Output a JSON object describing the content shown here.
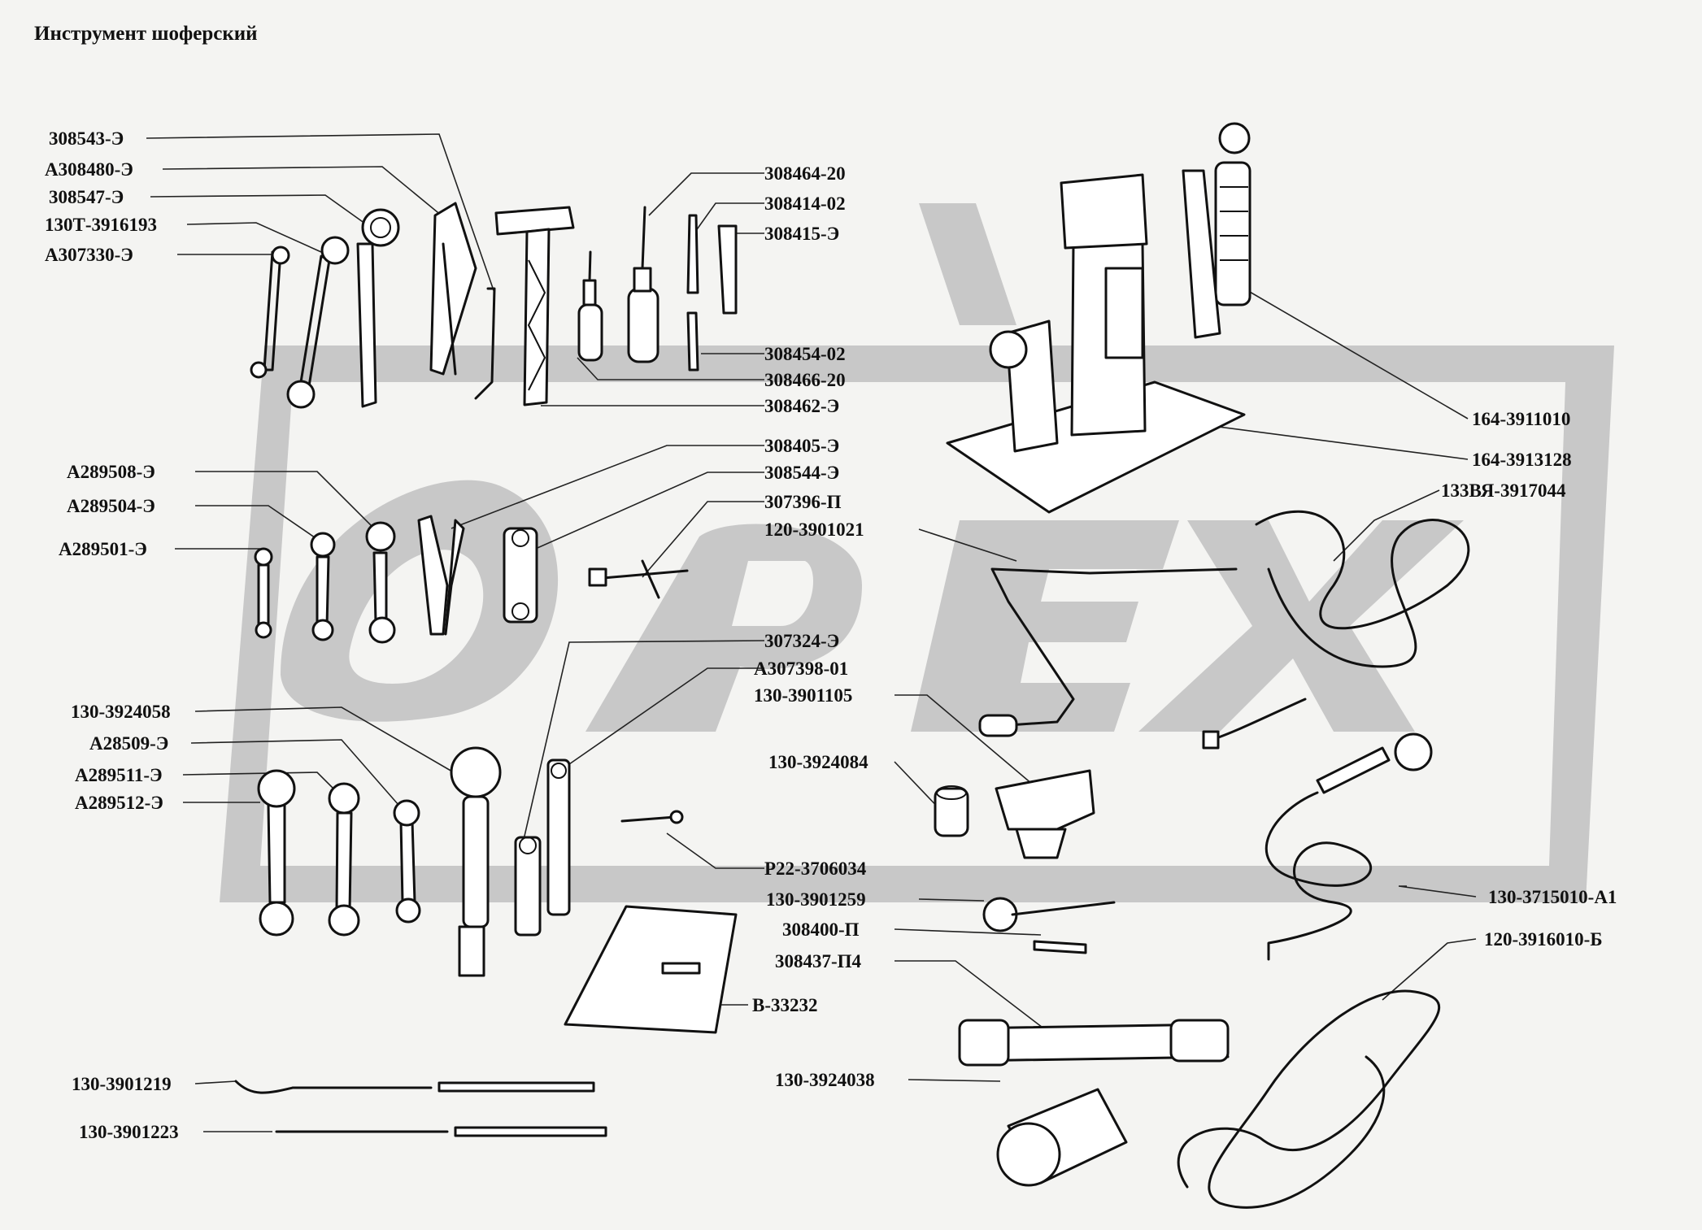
{
  "title": "Инструмент шоферский",
  "parts": [
    {
      "id": "p-308543",
      "label": "308543-Э"
    },
    {
      "id": "p-a308480",
      "label": "А308480-Э"
    },
    {
      "id": "p-308547",
      "label": "308547-Э"
    },
    {
      "id": "p-130t3916193",
      "label": "130Т-3916193"
    },
    {
      "id": "p-a307330",
      "label": "А307330-Э"
    },
    {
      "id": "p-308464",
      "label": "308464-20"
    },
    {
      "id": "p-308414",
      "label": "308414-02"
    },
    {
      "id": "p-308415",
      "label": "308415-Э"
    },
    {
      "id": "p-308454",
      "label": "308454-02"
    },
    {
      "id": "p-308466",
      "label": "308466-20"
    },
    {
      "id": "p-308462",
      "label": "308462-Э"
    },
    {
      "id": "p-164-3911010",
      "label": "164-3911010"
    },
    {
      "id": "p-164-3913128",
      "label": "164-3913128"
    },
    {
      "id": "p-308405",
      "label": "308405-Э"
    },
    {
      "id": "p-308544",
      "label": "308544-Э"
    },
    {
      "id": "p-307396",
      "label": "307396-П"
    },
    {
      "id": "p-120-3901021",
      "label": "120-3901021"
    },
    {
      "id": "p-133vya",
      "label": "133ВЯ-3917044"
    },
    {
      "id": "p-a289508",
      "label": "А289508-Э"
    },
    {
      "id": "p-a289504",
      "label": "А289504-Э"
    },
    {
      "id": "p-a289501",
      "label": "А289501-Э"
    },
    {
      "id": "p-307324",
      "label": "307324-Э"
    },
    {
      "id": "p-a307398",
      "label": "А307398-01"
    },
    {
      "id": "p-130-3901105",
      "label": "130-3901105"
    },
    {
      "id": "p-130-3924058",
      "label": "130-3924058"
    },
    {
      "id": "p-a28509",
      "label": "А28509-Э"
    },
    {
      "id": "p-a289511",
      "label": "А289511-Э"
    },
    {
      "id": "p-a289512",
      "label": "А289512-Э"
    },
    {
      "id": "p-130-3924084",
      "label": "130-3924084"
    },
    {
      "id": "p-p22",
      "label": "Р22-3706034"
    },
    {
      "id": "p-130-3901259",
      "label": "130-3901259"
    },
    {
      "id": "p-308400",
      "label": "308400-П"
    },
    {
      "id": "p-308437",
      "label": "308437-П4"
    },
    {
      "id": "p-130-3715010",
      "label": "130-3715010-А1"
    },
    {
      "id": "p-120-3916010",
      "label": "120-3916010-Б"
    },
    {
      "id": "p-b33232",
      "label": "В-33232"
    },
    {
      "id": "p-130-3924038",
      "label": "130-3924038"
    },
    {
      "id": "p-130-3901219",
      "label": "130-3901219"
    },
    {
      "id": "p-130-3901223",
      "label": "130-3901223"
    }
  ],
  "colors": {
    "ink": "#111111",
    "watermark": "#c8c8c8",
    "background": "#f4f4f2"
  }
}
